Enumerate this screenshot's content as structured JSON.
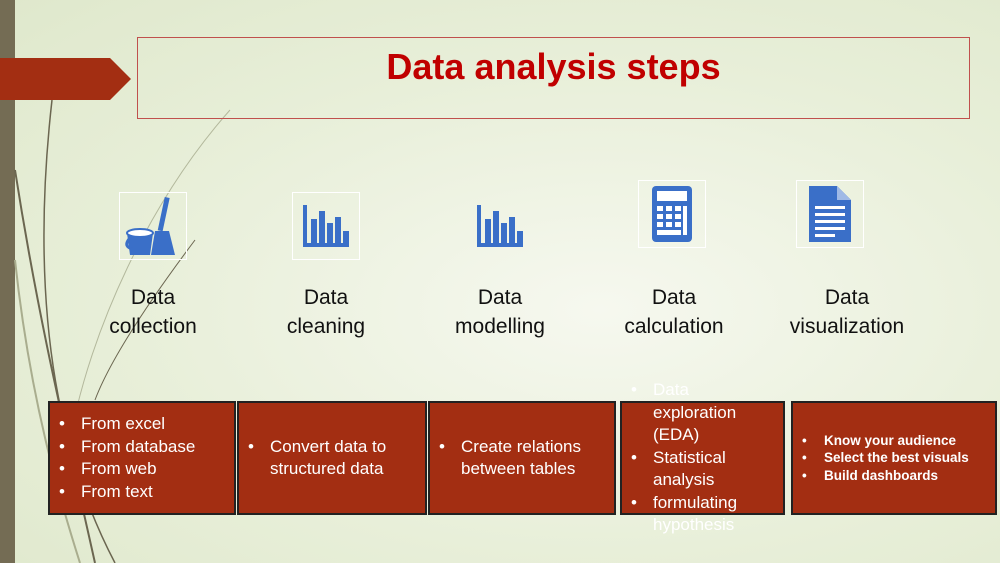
{
  "title": "Data analysis steps",
  "steps": [
    {
      "icon": "bucket-mop-icon",
      "line1": "Data",
      "line2": "collection",
      "bullets": [
        "From excel",
        "From database",
        "From web",
        "From text"
      ]
    },
    {
      "icon": "bar-chart-icon",
      "line1": "Data",
      "line2": "cleaning",
      "bullets": [
        "Convert data to structured data"
      ]
    },
    {
      "icon": "bar-chart-icon",
      "line1": "Data",
      "line2": "modelling",
      "bullets": [
        "Create relations between tables"
      ]
    },
    {
      "icon": "calculator-icon",
      "line1": "Data",
      "line2": "calculation",
      "bullets": [
        "Data exploration (EDA)",
        "Statistical analysis",
        "formulating hypothesis"
      ]
    },
    {
      "icon": "document-icon",
      "line1": "Data",
      "line2": "visualization",
      "bullets": [
        "Know your audience",
        "Select the best visuals",
        "Build dashboards"
      ]
    }
  ],
  "colors": {
    "accent": "#a32e12",
    "title": "#c00000",
    "icon": "#3a6fc8"
  }
}
